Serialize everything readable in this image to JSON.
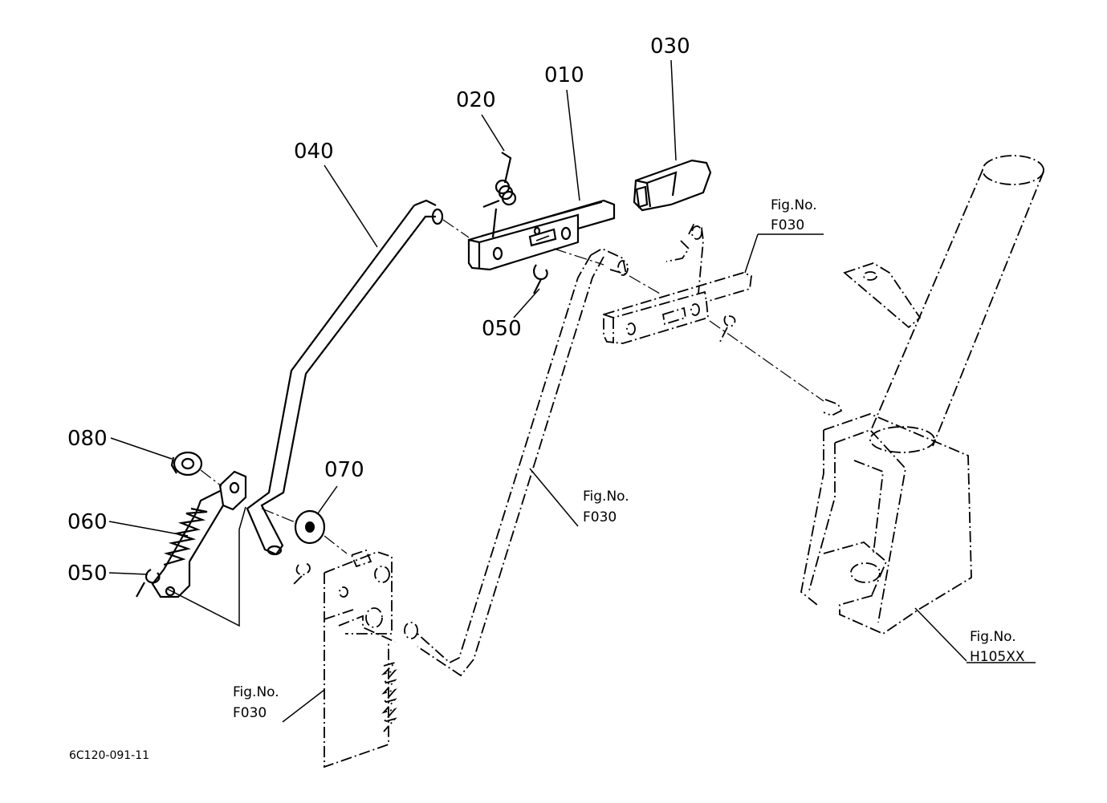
{
  "parts": {
    "p010": "010",
    "p020": "020",
    "p030": "030",
    "p040": "040",
    "p050a": "050",
    "p050b": "050",
    "p060": "060",
    "p070": "070",
    "p080": "080"
  },
  "figure_refs": {
    "top_right": {
      "label": "Fig.No.",
      "number": "F030"
    },
    "middle": {
      "label": "Fig.No.",
      "number": "F030"
    },
    "bottom_left": {
      "label": "Fig.No.",
      "number": "F030"
    },
    "column": {
      "label": "Fig.No.",
      "number": "H105XX"
    }
  },
  "drawing_code": "6C120-091-11",
  "colors": {
    "ink": "#000000",
    "paper": "#ffffff"
  }
}
